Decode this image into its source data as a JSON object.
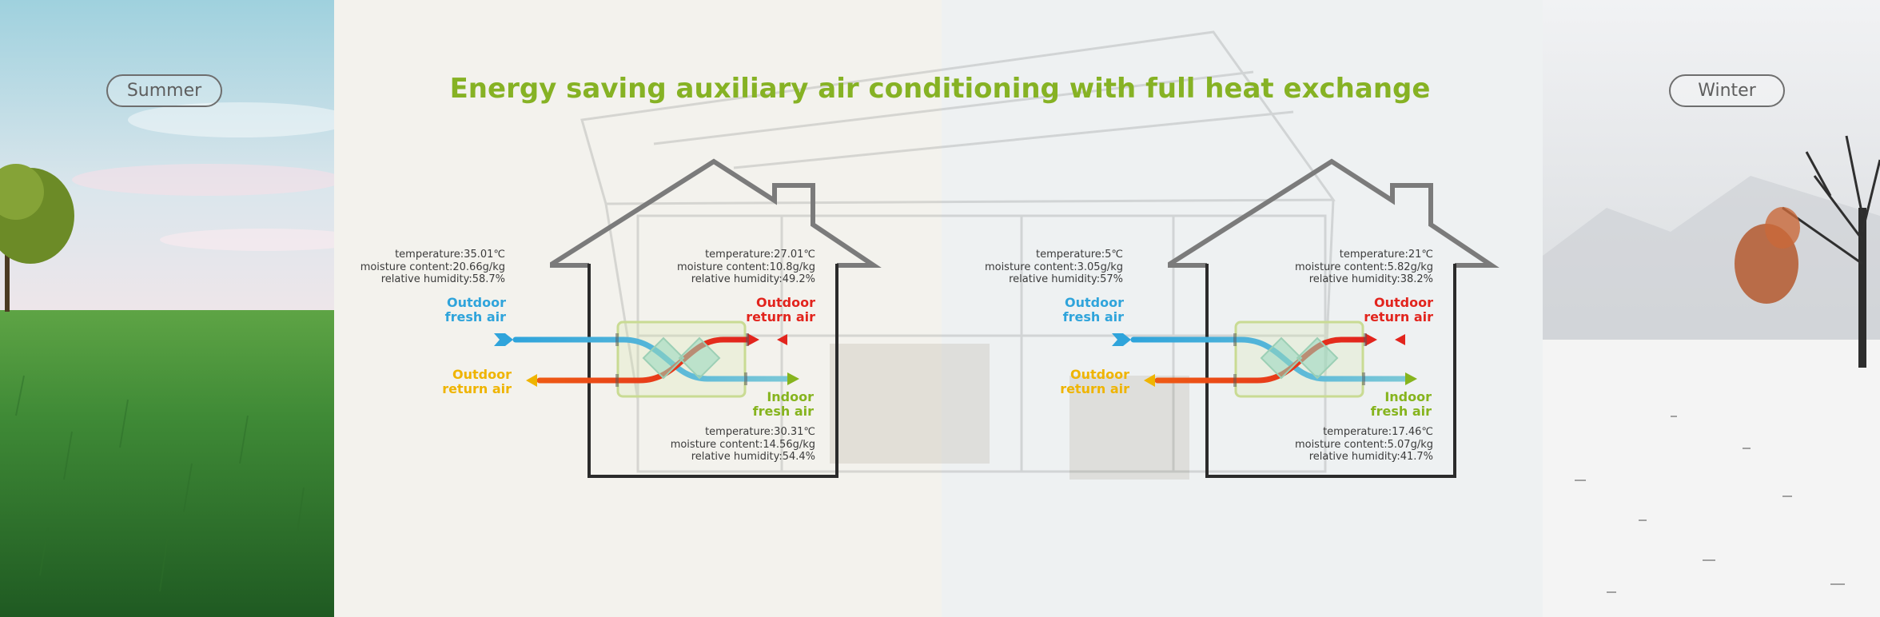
{
  "title": "Energy saving auxiliary air conditioning with full heat exchange",
  "seasons": {
    "summer": {
      "label": "Summer",
      "outdoor_fresh": {
        "temperature": "temperature:35.01℃",
        "moisture": "moisture content:20.66g/kg",
        "humidity": "relative humidity:58.7%"
      },
      "indoor_return": {
        "temperature": "temperature:27.01℃",
        "moisture": "moisture content:10.8g/kg",
        "humidity": "relative humidity:49.2%"
      },
      "indoor_fresh": {
        "temperature": "temperature:30.31℃",
        "moisture": "moisture content:14.56g/kg",
        "humidity": "relative humidity:54.4%"
      }
    },
    "winter": {
      "label": "Winter",
      "outdoor_fresh": {
        "temperature": "temperature:5℃",
        "moisture": "moisture content:3.05g/kg",
        "humidity": "relative humidity:57%"
      },
      "indoor_return": {
        "temperature": "temperature:21℃",
        "moisture": "moisture content:5.82g/kg",
        "humidity": "relative humidity:38.2%"
      },
      "indoor_fresh": {
        "temperature": "temperature:17.46℃",
        "moisture": "moisture content:5.07g/kg",
        "humidity": "relative humidity:41.7%"
      }
    }
  },
  "airflows": {
    "outdoor_fresh": {
      "line1": "Outdoor",
      "line2": "fresh air",
      "color": "#2fa4db"
    },
    "outdoor_return": {
      "line1": "Outdoor",
      "line2": "return air",
      "color": "#e2241d"
    },
    "outdoor_exhaust": {
      "line1": "Outdoor",
      "line2": "return air",
      "color": "#efb400"
    },
    "indoor_fresh": {
      "line1": "Indoor",
      "line2": "fresh air",
      "color": "#86b41e"
    }
  },
  "colors": {
    "title": "#86b224",
    "house_outline": "#7b7b7b",
    "house_walls": "#2b2b2b",
    "exchanger": "#c9db93"
  }
}
